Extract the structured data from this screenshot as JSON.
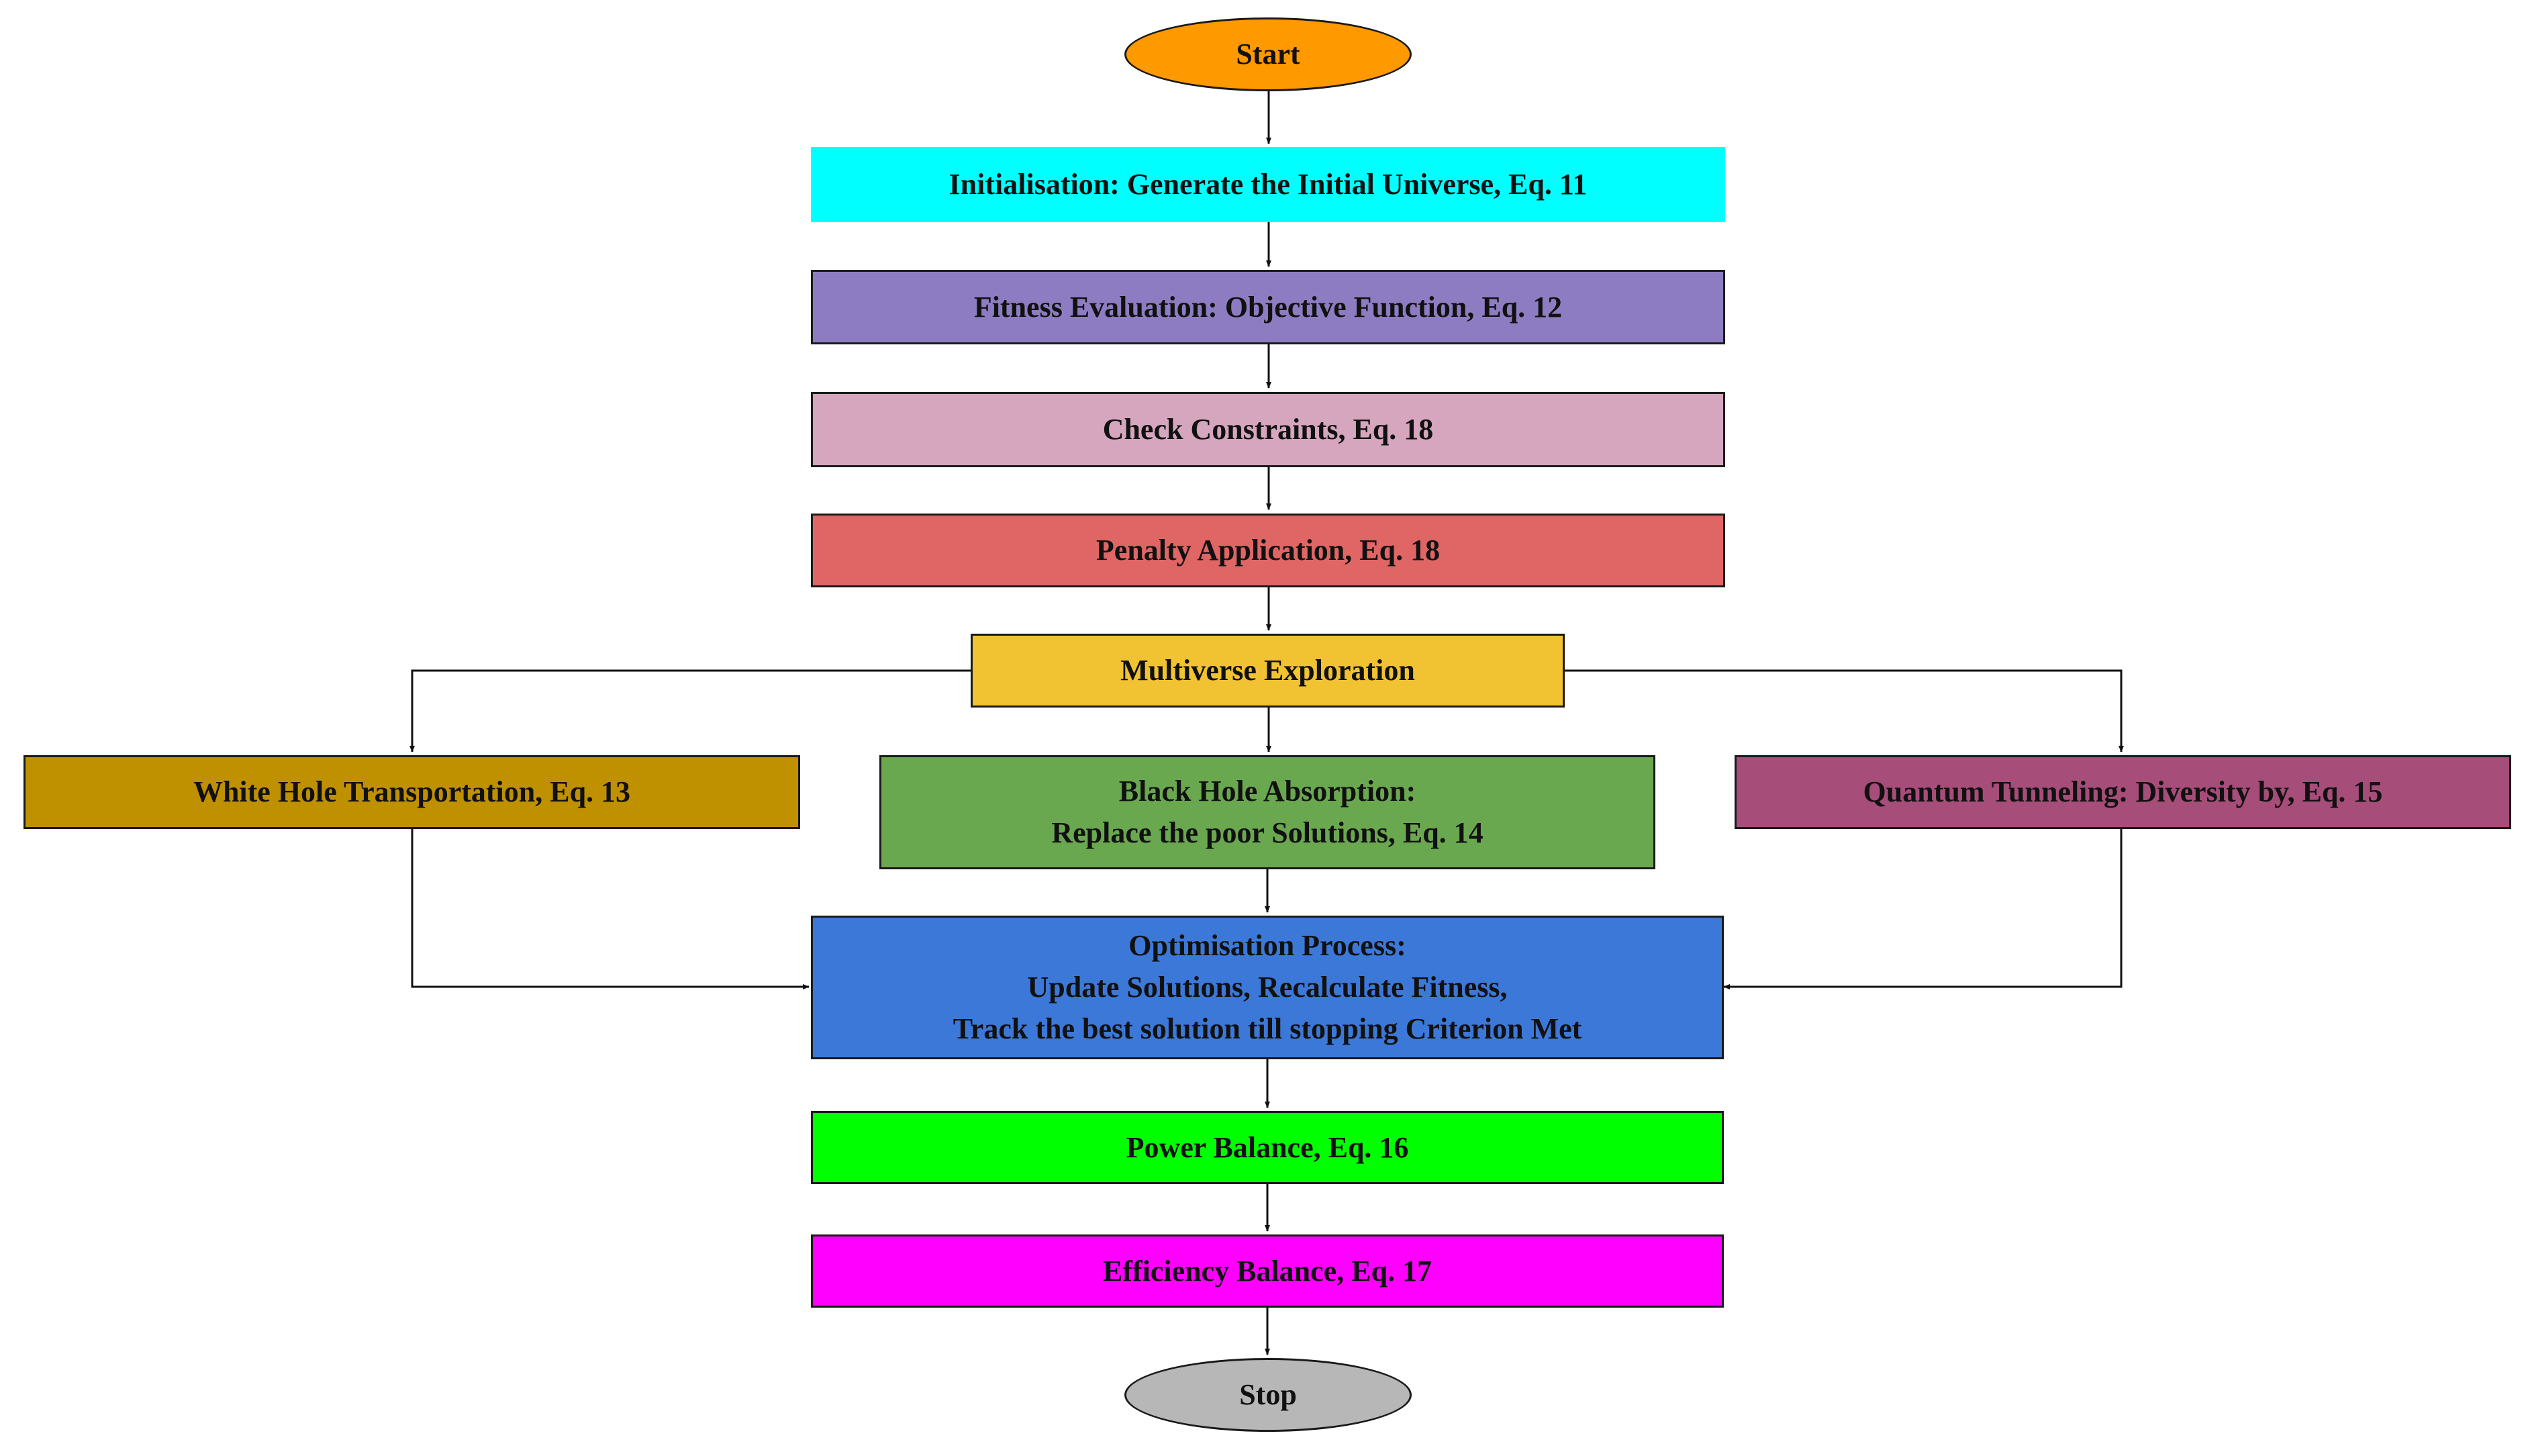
{
  "nodes": {
    "start": {
      "label": "Start",
      "color": "#FF9900"
    },
    "init": {
      "label": "Initialisation: Generate the Initial Universe, Eq. 11",
      "color": "#00FFFF"
    },
    "fitness": {
      "label": "Fitness Evaluation: Objective Function, Eq. 12",
      "color": "#8E7CC3"
    },
    "constraints": {
      "label": "Check Constraints, Eq. 18",
      "color": "#D5A6BD"
    },
    "penalty": {
      "label": "Penalty Application, Eq. 18",
      "color": "#E06666"
    },
    "multiverse": {
      "label": "Multiverse Exploration",
      "color": "#F1C232"
    },
    "white_hole": {
      "label": "White Hole Transportation, Eq. 13",
      "color": "#BF9000"
    },
    "black_hole": {
      "line1": "Black Hole Absorption:",
      "line2": "Replace the poor Solutions, Eq. 14",
      "color": "#6AA84F"
    },
    "quantum": {
      "label": "Quantum Tunneling: Diversity by, Eq. 15",
      "color": "#A64D79"
    },
    "optimisation": {
      "line1": "Optimisation Process:",
      "line2": "Update Solutions, Recalculate Fitness,",
      "line3": "Track the best solution till stopping Criterion Met",
      "color": "#3C78D8"
    },
    "power": {
      "label": "Power Balance, Eq. 16",
      "color": "#00FF00"
    },
    "efficiency": {
      "label": "Efficiency Balance, Eq. 17",
      "color": "#FF00FF"
    },
    "stop": {
      "label": "Stop",
      "color": "#B7B7B7"
    }
  }
}
